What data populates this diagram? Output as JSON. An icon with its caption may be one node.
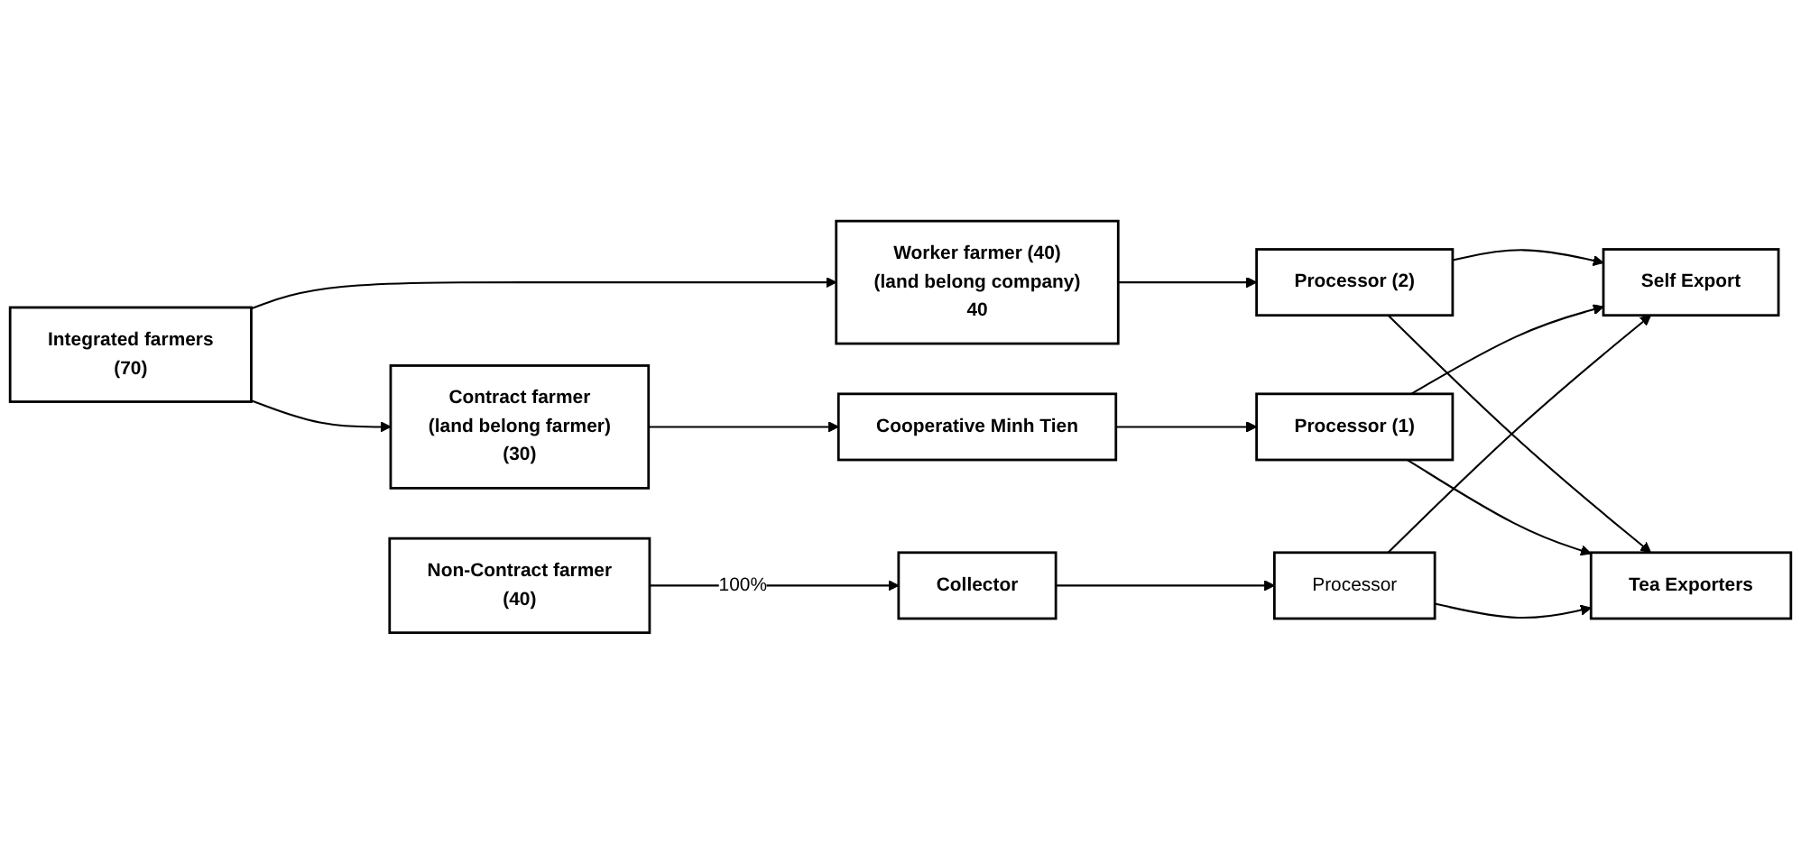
{
  "diagram": {
    "nodes": [
      {
        "text": [
          "Integrated farmers",
          "(70)"
        ]
      },
      {
        "text": [
          "Worker farmer (40)",
          "(land belong company)",
          "40"
        ]
      },
      {
        "text": [
          "Contract farmer",
          "(land belong farmer)",
          "(30)"
        ]
      },
      {
        "text": [
          "Non-Contract farmer",
          "(40)"
        ]
      },
      {
        "text": [
          "Cooperative Minh Tien"
        ]
      },
      {
        "text": [
          "Collector"
        ]
      },
      {
        "text": [
          "Processor (2)"
        ]
      },
      {
        "text": [
          "Processor (1)"
        ]
      },
      {
        "text": [
          "Processor"
        ]
      },
      {
        "text": [
          "Self Export"
        ]
      },
      {
        "text": [
          "Tea Exporters"
        ]
      }
    ],
    "edges": [
      {
        "from": 0,
        "to": 1,
        "arrow": "to"
      },
      {
        "from": 0,
        "to": 2,
        "arrow": "to"
      },
      {
        "from": 1,
        "to": 6,
        "arrow": "to"
      },
      {
        "from": 2,
        "to": 4,
        "arrow": "to"
      },
      {
        "from": 4,
        "to": 7,
        "arrow": "to"
      },
      {
        "from": 3,
        "to": 5,
        "arrow": "to",
        "label": "100%"
      },
      {
        "from": 5,
        "to": 8,
        "arrow": "to"
      },
      {
        "from": 6,
        "to": 9,
        "arrow": "to"
      },
      {
        "from": 7,
        "to": 9,
        "arrow": "to"
      },
      {
        "from": 8,
        "to": 9,
        "arrow": "to"
      },
      {
        "from": 6,
        "to": 10,
        "arrow": "to"
      },
      {
        "from": 7,
        "to": 10,
        "arrow": "to"
      },
      {
        "from": 8,
        "to": 10,
        "arrow": "to"
      }
    ]
  }
}
